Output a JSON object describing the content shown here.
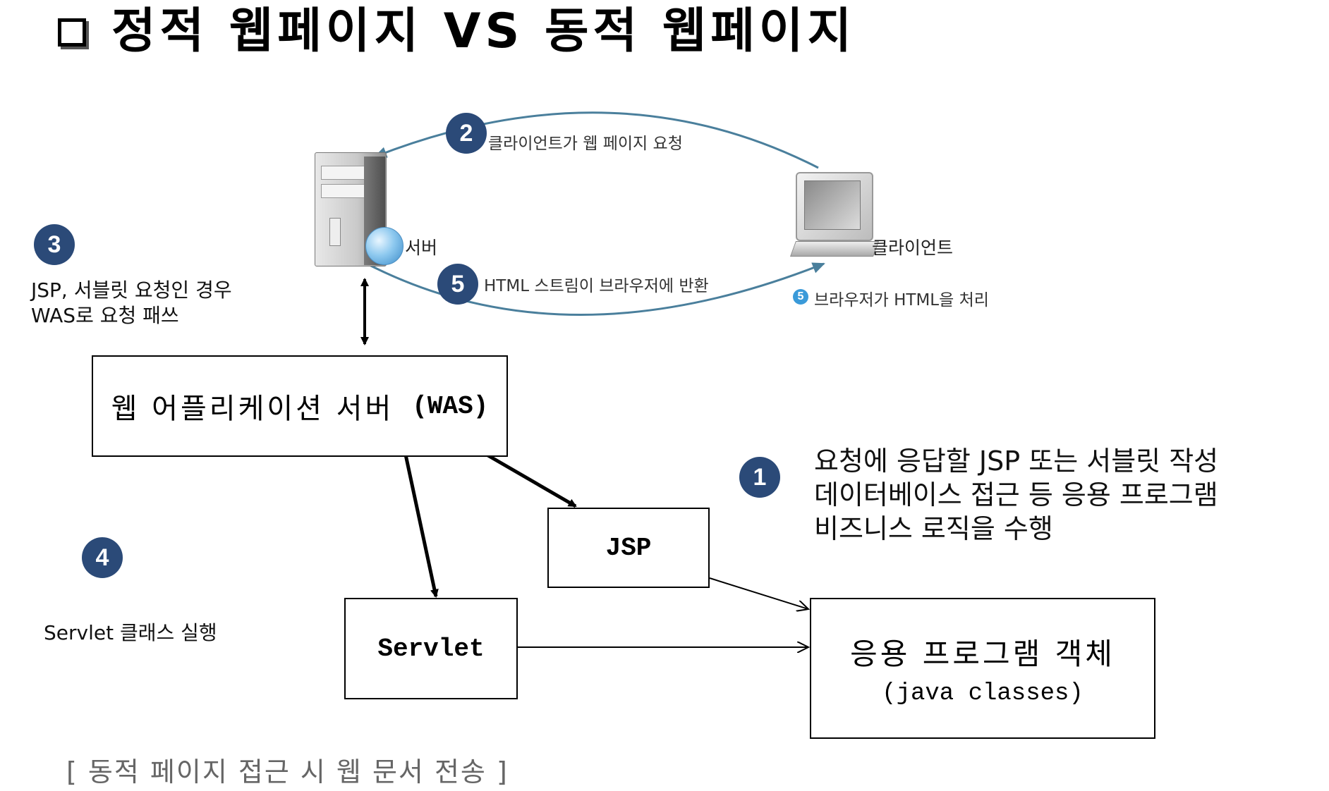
{
  "title": "정적 웹페이지  VS  동적 웹페이지",
  "top_diagram": {
    "step2": {
      "num": "2",
      "label": "클라이언트가 웹 페이지 요청"
    },
    "step5": {
      "num": "5",
      "label": "HTML 스트림이 브라우저에 반환"
    },
    "step5b": {
      "num": "5",
      "label": "브라우저가 HTML을 처리"
    },
    "server_label": "서버",
    "client_label": "클라이언트"
  },
  "step3": {
    "num": "3",
    "line1": "JSP, 서블릿 요청인 경우",
    "line2": "WAS로 요청 패쓰"
  },
  "step1": {
    "num": "1",
    "line1": "요청에 응답할 JSP 또는 서블릿 작성",
    "line2": "데이터베이스 접근 등 응용 프로그램",
    "line3": "비즈니스 로직을 수행"
  },
  "step4": {
    "num": "4",
    "label": "Servlet 클래스 실행"
  },
  "boxes": {
    "was": {
      "label": "웹 어플리케이션 서버",
      "abbr": "(WAS)"
    },
    "jsp": {
      "label": "JSP"
    },
    "servlet": {
      "label": "Servlet"
    },
    "app": {
      "label": "응용 프로그램 객체",
      "sub": "(java classes)"
    }
  },
  "caption": "[ 동적 페이지 접근 시 웹 문서 전송 ]",
  "colors": {
    "step_circle": "#2b4a78",
    "arc": "#4a7f9c",
    "small_circle": "#3a9ad9"
  }
}
